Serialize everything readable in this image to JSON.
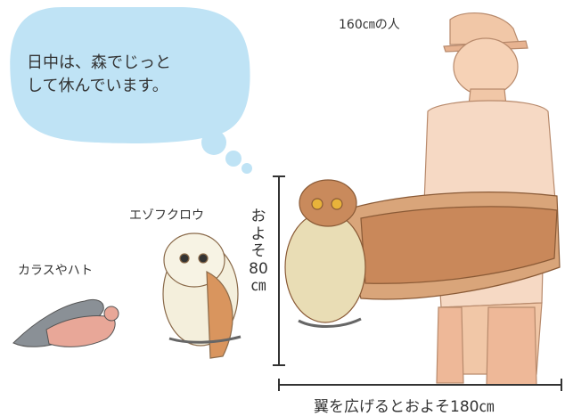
{
  "speech_bubble": {
    "line1": "日中は、森でじっと",
    "line2": "して休んでいます。"
  },
  "labels": {
    "person": "160㎝の人",
    "owl": "エゾフクロウ",
    "crow_dove": "カラスやハト",
    "height_parts": [
      "お",
      "よ",
      "そ",
      "80",
      "㎝"
    ],
    "wingspan": "翼を広げるとおよそ180㎝"
  },
  "colors": {
    "bubble": "#bfe3f5",
    "skin": "#f1c7a7",
    "shirt": "#f6d9c4",
    "owl_body": "#e9ddb5",
    "owl_wing": "#c9885a",
    "crow": "#8a9096",
    "dove": "#e8a798",
    "line": "#333333"
  }
}
